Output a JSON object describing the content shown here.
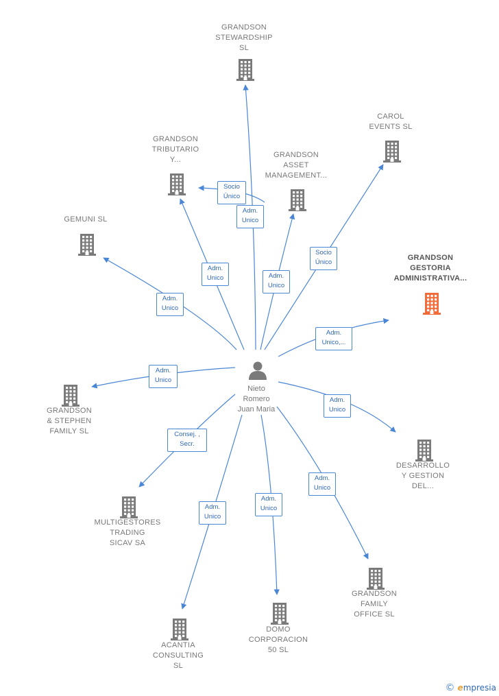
{
  "center": {
    "lines": [
      "Nieto",
      "Romero",
      "Juan Maria"
    ],
    "icon": "person-icon"
  },
  "companies": [
    {
      "id": "grandson-stewardship",
      "lines": [
        "GRANDSON",
        "STEWARDSHIP",
        "SL"
      ],
      "highlight": false
    },
    {
      "id": "carol-events",
      "lines": [
        "CAROL",
        "EVENTS  SL"
      ],
      "highlight": false
    },
    {
      "id": "grandson-tributario",
      "lines": [
        "GRANDSON",
        "TRIBUTARIO",
        "Y..."
      ],
      "highlight": false
    },
    {
      "id": "grandson-asset",
      "lines": [
        "GRANDSON",
        "ASSET",
        "MANAGEMENT..."
      ],
      "highlight": false
    },
    {
      "id": "gemuni",
      "lines": [
        "GEMUNI SL"
      ],
      "highlight": false
    },
    {
      "id": "grandson-gestoria",
      "lines": [
        "GRANDSON",
        "GESTORIA",
        "ADMINISTRATIVA..."
      ],
      "highlight": true
    },
    {
      "id": "grandson-stephen",
      "lines": [
        "GRANDSON",
        "& STEPHEN",
        "FAMILY  SL"
      ],
      "highlight": false
    },
    {
      "id": "desarrollo-gestion",
      "lines": [
        "DESARROLLO",
        "Y GESTION",
        "DEL..."
      ],
      "highlight": false
    },
    {
      "id": "multigestores",
      "lines": [
        "MULTIGESTORES",
        "TRADING",
        "SICAV SA"
      ],
      "highlight": false
    },
    {
      "id": "grandson-family-office",
      "lines": [
        "GRANDSON",
        "FAMILY",
        "OFFICE  SL"
      ],
      "highlight": false
    },
    {
      "id": "acantia",
      "lines": [
        "ACANTIA",
        "CONSULTING",
        "SL"
      ],
      "highlight": false
    },
    {
      "id": "domo",
      "lines": [
        "DOMO",
        "CORPORACION",
        "50  SL"
      ],
      "highlight": false
    }
  ],
  "relations": [
    {
      "target": "grandson-stewardship",
      "lines": [
        "Adm.",
        "Unico"
      ]
    },
    {
      "target": "grandson-tributario",
      "lines": [
        "Socio",
        "Único"
      ]
    },
    {
      "target": "grandson-tributario",
      "lines": [
        "Adm.",
        "Unico"
      ]
    },
    {
      "target": "gemuni",
      "lines": [
        "Adm.",
        "Unico"
      ]
    },
    {
      "target": "grandson-asset",
      "lines": [
        "Adm.",
        "Unico"
      ]
    },
    {
      "target": "carol-events",
      "lines": [
        "Socio",
        "Único"
      ]
    },
    {
      "target": "grandson-gestoria",
      "lines": [
        "Adm.",
        "Unico,..."
      ]
    },
    {
      "target": "grandson-stephen",
      "lines": [
        "Adm.",
        "Unico"
      ]
    },
    {
      "target": "desarrollo-gestion",
      "lines": [
        "Adm.",
        "Unico"
      ]
    },
    {
      "target": "multigestores",
      "lines": [
        "Consej. ,",
        "Secr."
      ]
    },
    {
      "target": "grandson-family-office",
      "lines": [
        "Adm.",
        "Unico"
      ]
    },
    {
      "target": "domo",
      "lines": [
        "Adm.",
        "Unico"
      ]
    },
    {
      "target": "acantia",
      "lines": [
        "Adm.",
        "Unico"
      ]
    }
  ],
  "colors": {
    "edge": "#4a86d6",
    "building": "#7a7a7a",
    "highlight": "#f26b3a",
    "person": "#7a7a7a"
  },
  "brand": {
    "copyright": "©",
    "text": "mpresia",
    "initial": "e"
  }
}
